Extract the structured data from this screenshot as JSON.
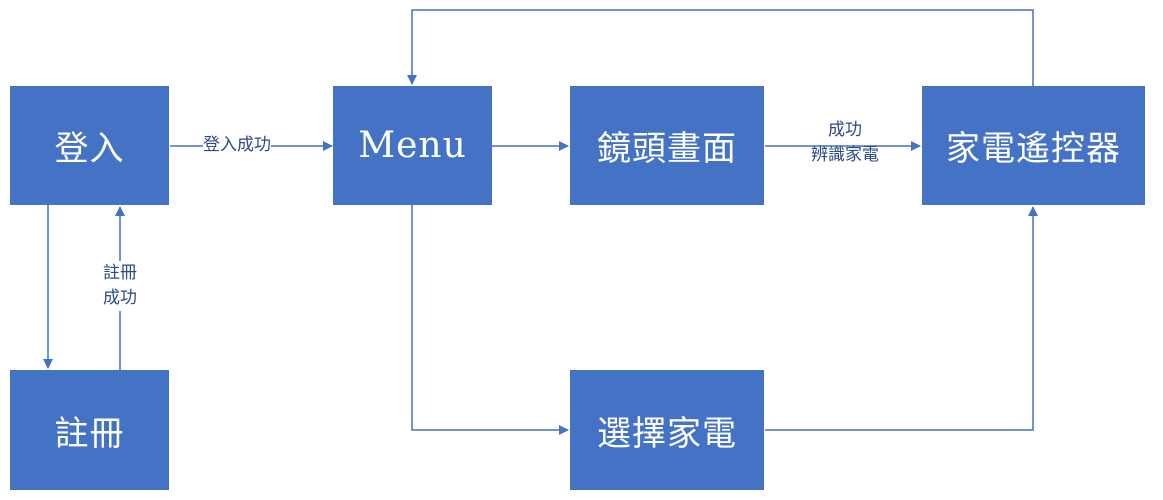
{
  "nodes": {
    "login": "登入",
    "register": "註冊",
    "menu": "Menu",
    "camera": "鏡頭畫面",
    "remote": "家電遙控器",
    "select": "選擇家電"
  },
  "edges": {
    "login_success": "登入成功",
    "register_success_line1": "註冊",
    "register_success_line2": "成功",
    "recognize_line1": "成功",
    "recognize_line2": "辨識家電"
  },
  "colors": {
    "node_fill": "#4472c4",
    "edge_line": "#4472c4",
    "edge_text": "#2e4a86"
  }
}
